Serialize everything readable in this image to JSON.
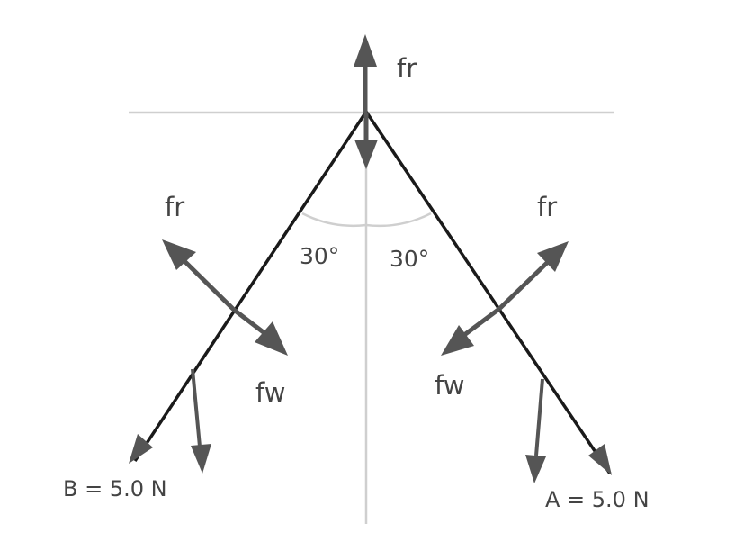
{
  "labels": {
    "top_force": "fr",
    "left_fr": "fr",
    "right_fr": "fr",
    "left_fw": "fw",
    "right_fw": "fw",
    "left_angle": "30°",
    "right_angle": "30°",
    "left_value": "B = 5.0 N",
    "right_value": "A = 5.0 N"
  },
  "colors": {
    "arrow": "#555555",
    "rope": "#1a1a1a",
    "guide_line": "#cfcfcf",
    "text": "#444444"
  }
}
